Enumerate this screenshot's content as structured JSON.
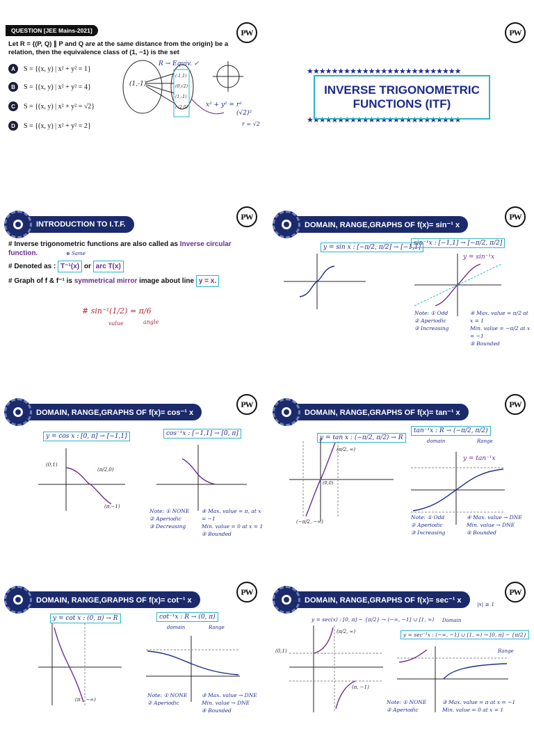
{
  "slide1": {
    "tag": "QUESTION [JEE Mains-2021]",
    "question_part1": "Let R = {(P, Q) ∥ P and Q are at the same distance from the origin} be a",
    "question_part2": "relation, then the equivalence class of (1, −1) is the set",
    "options": [
      {
        "letter": "A",
        "text": "S = {(x, y) | x² + y² = 1}"
      },
      {
        "letter": "B",
        "text": "S = {(x, y) | x² + y² = 4}"
      },
      {
        "letter": "C",
        "text": "S = {(x, y) | x² + y² = √2}"
      },
      {
        "letter": "D",
        "text": "S = {(x, y) | x² + y² = 2}"
      }
    ],
    "notes": {
      "r_equiv": "R → Equiv. ✓",
      "point": "(1,-1)",
      "set_items": [
        "(-1,1)",
        "(0,√2)",
        "(1,-1)",
        "(√2,0)"
      ],
      "eq": "x² + y² = r²",
      "eq2": "(√2)²",
      "r": "r = √2"
    }
  },
  "slide2": {
    "title_line1": "INVERSE TRIGONOMETRIC",
    "title_line2": "FUNCTIONS (ITF)"
  },
  "slide3": {
    "header": "INTRODUCTION TO I.T.F.",
    "line1a": "# Inverse trigonometric functions are also called as ",
    "line1b": "Inverse circular function.",
    "line2a": "# Denoted as : ",
    "line2b": "T⁻¹(x)",
    "line2c": " or ",
    "line2d": "arc T(x)",
    "line3a": "# Graph of f & f⁻¹ is ",
    "line3b": "symmetrical mirror",
    "line3c": " image about line ",
    "line3d": "y = x.",
    "note_same": "⊕ Same",
    "hand_eq": "# sin⁻¹(1/2) = π/6",
    "hand_value": "value",
    "hand_angle": "angle"
  },
  "slide4": {
    "header": "DOMAIN, RANGE,GRAPHS OF f(x)= sin⁻¹ x",
    "left_label": "y = sin x : [−π/2, π/2] → [−1,1]",
    "right_label": "sin⁻¹x : [−1,1] → [−π/2, π/2]",
    "curve_label": "y = sin⁻¹x",
    "notes": [
      "Note: ① Odd",
      "② Aperiodic",
      "③ Increasing",
      "④ Max. value = π/2 at x = 1",
      "Min. value = −π/2 at x = −1",
      "⑤ Bounded"
    ]
  },
  "slide5": {
    "header": "DOMAIN, RANGE,GRAPHS OF f(x)= cos⁻¹ x",
    "left_label": "y = cos x : [0, π] → [−1,1]",
    "right_label": "cos⁻¹x : [−1,1] → [0, π]",
    "pts": [
      "(0,1)",
      "(π/2,0)",
      "(π,−1)"
    ],
    "notes": [
      "Note: ① NONE",
      "② Aperiodic",
      "③ Decreasing",
      "④ Max. value = π, at x = −1",
      "Min. value = 0 at x = 1",
      "⑤ Bounded"
    ]
  },
  "slide6": {
    "header": "DOMAIN, RANGE,GRAPHS OF f(x)= tan⁻¹ x",
    "left_label": "y = tan x : (−π/2, π/2) → R",
    "right_label": "tan⁻¹x : R → (−π/2, π/2)",
    "domain": "domain",
    "range": "Range",
    "curve_label": "y = tan⁻¹x",
    "pts": [
      "(π/2, ∞)",
      "(0,0)",
      "(−π/2, −∞)"
    ],
    "notes": [
      "Note: ① Odd",
      "② Aperiodic",
      "③ Increasing",
      "④ Max. value → DNE",
      "Min. value → DNE",
      "⑤ Bounded"
    ]
  },
  "slide7": {
    "header": "DOMAIN, RANGE,GRAPHS OF f(x)= cot⁻¹ x",
    "left_label": "y = cot x : (0, π) → R",
    "right_label": "cot⁻¹x : R → (0, π)",
    "domain": "domain",
    "range": "Range",
    "pts": [
      "(π⁻, −∞)"
    ],
    "notes": [
      "Note: ① NONE",
      "② Aperiodic",
      "③ Max. value → DNE",
      "Min. value → DNE",
      "④ Bounded"
    ]
  },
  "slide8": {
    "header": "DOMAIN, RANGE,GRAPHS OF f(x)= sec⁻¹ x",
    "top_label": "y = sec(x) : [0, π] − {π/2} → (−∞, −1] ∪ [1, ∞)",
    "domain_note": "|x| ≥ 1",
    "domain": "Domain",
    "right_label": "y = sec⁻¹x : (−∞, −1] ∪ [1, ∞) → [0, π] − {π/2}",
    "range": "Range",
    "pts": [
      "(0,1)",
      "(π/2, ∞)",
      "(π, −1)"
    ],
    "notes": [
      "Note: ① NONE",
      "② Aperiodic",
      "③ Max. value = π at x = −1",
      "Min. value = 0 at x = 1"
    ]
  }
}
